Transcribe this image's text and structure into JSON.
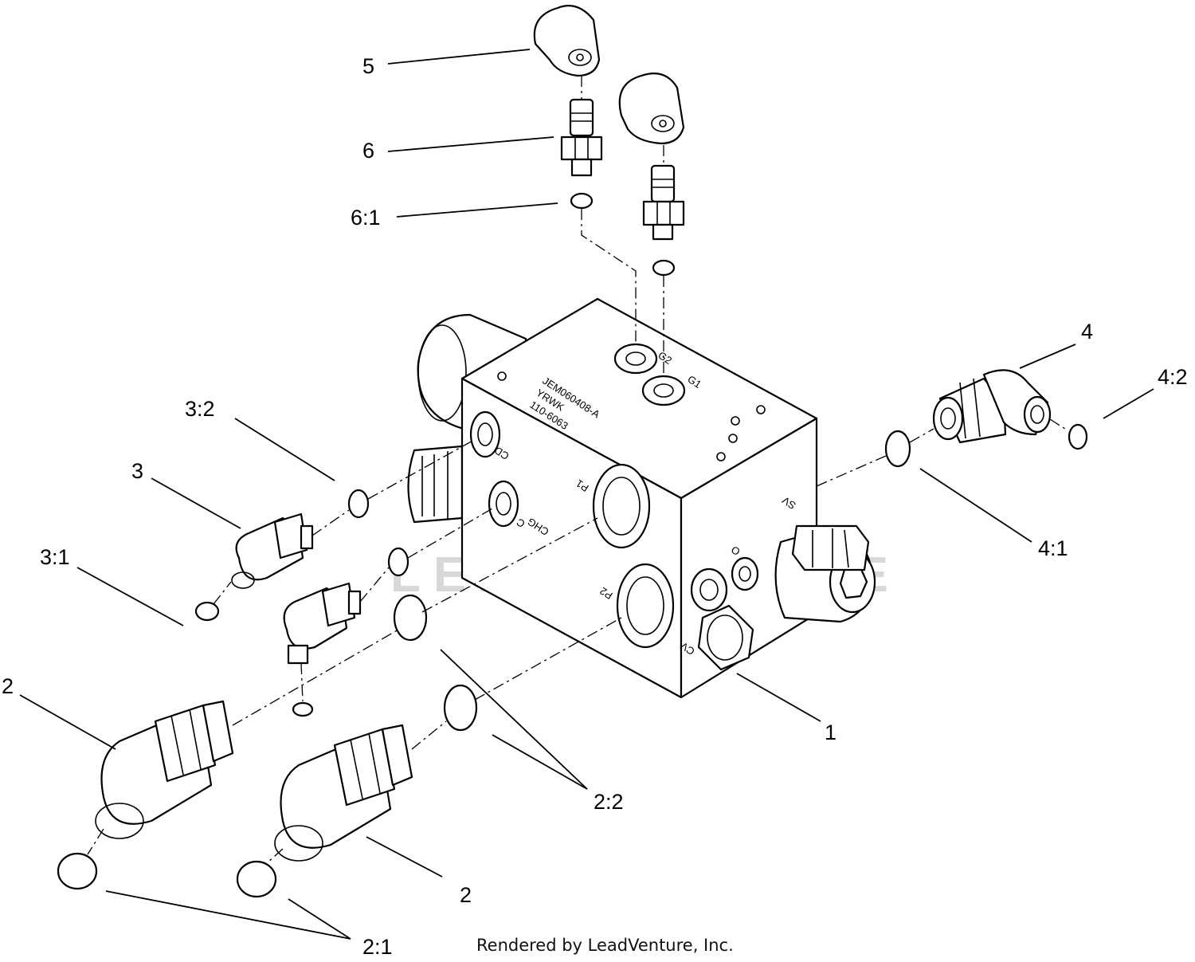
{
  "callouts": {
    "c1": "1",
    "c2a": "2",
    "c2b": "2",
    "c2_1": "2:1",
    "c2_2": "2:2",
    "c3": "3",
    "c3_1": "3:1",
    "c3_2": "3:2",
    "c4": "4",
    "c4_1": "4:1",
    "c4_2": "4:2",
    "c5": "5",
    "c6": "6",
    "c6_1": "6:1"
  },
  "block_text": {
    "part_number": "JEM060408-A",
    "code": "YRWK",
    "serial": "110-6063"
  },
  "ports": {
    "g1": "G1",
    "g2": "G2",
    "cd": "CD",
    "chg": "CHG",
    "p1": "P1",
    "p2": "P2",
    "c": "C",
    "cv": "CV",
    "sv": "SV",
    "o": "O"
  },
  "watermark": "LEADVENTURE",
  "footer": "Rendered by LeadVenture, Inc."
}
